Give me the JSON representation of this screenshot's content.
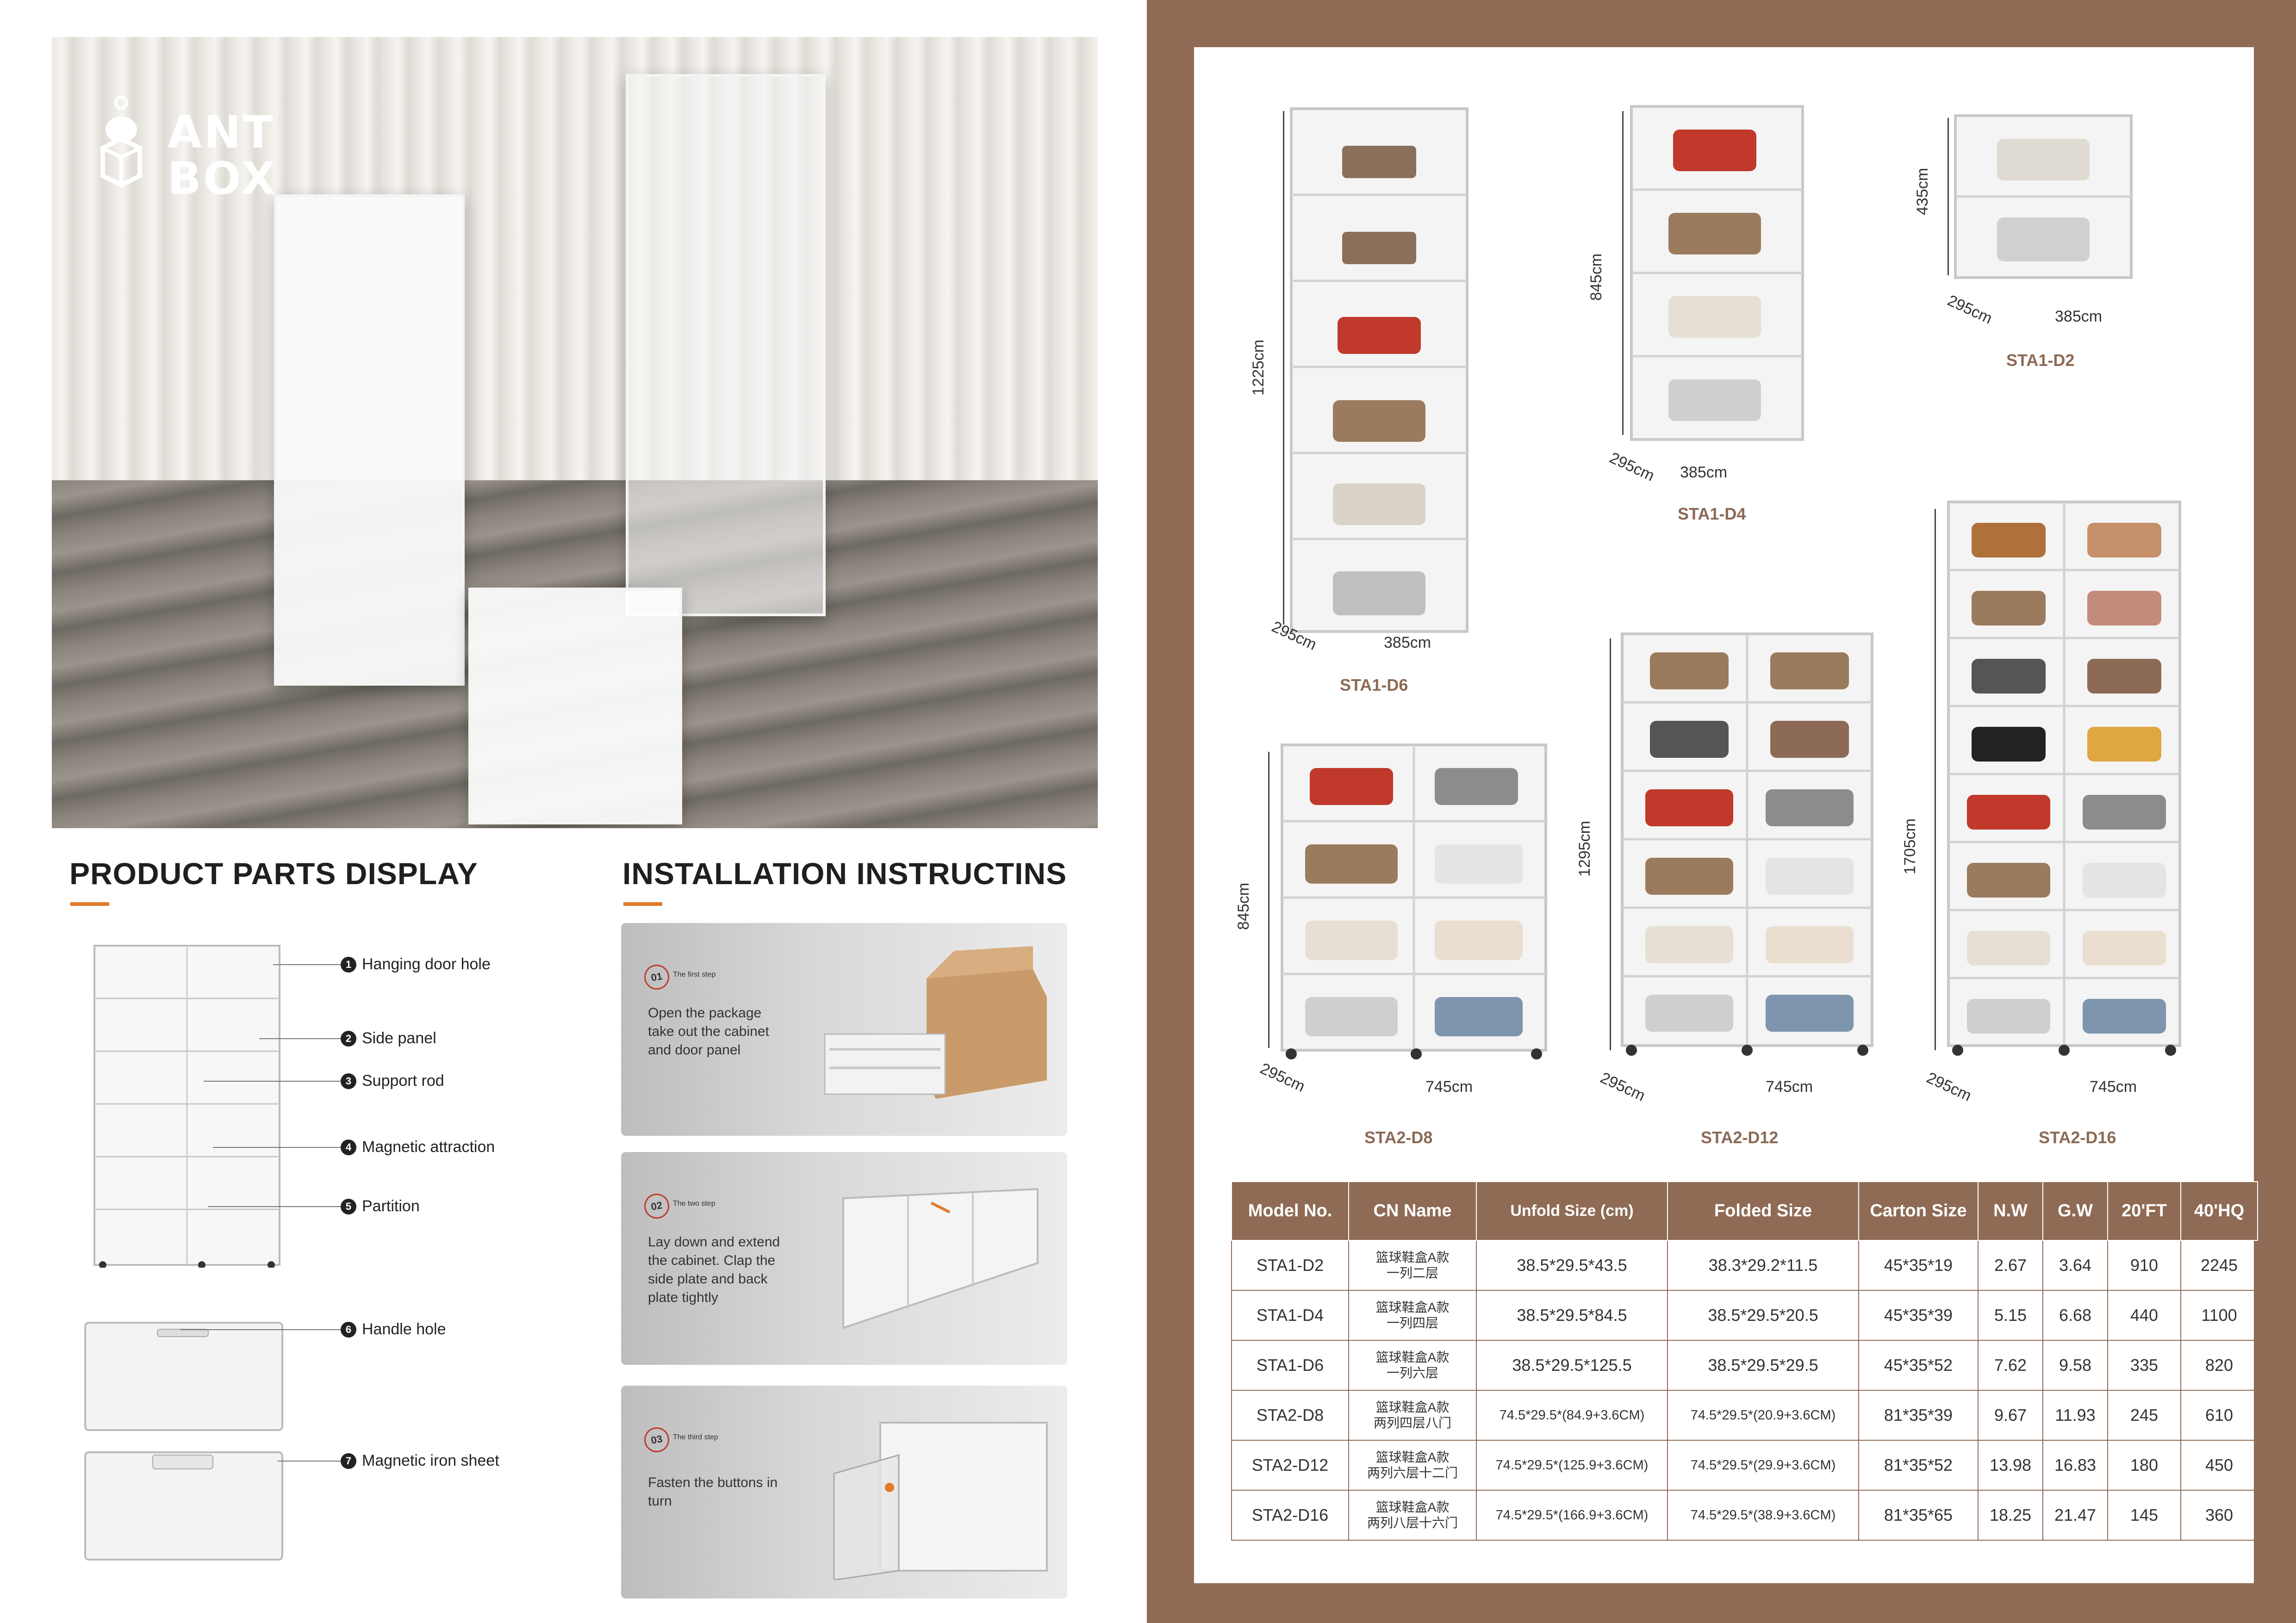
{
  "brand": {
    "line1": "ANT",
    "line2": "BOX"
  },
  "parts_display": {
    "title": "PRODUCT PARTS DISPLAY",
    "parts": [
      {
        "num": "1",
        "label": "Hanging door hole"
      },
      {
        "num": "2",
        "label": "Side panel"
      },
      {
        "num": "3",
        "label": "Support rod"
      },
      {
        "num": "4",
        "label": "Magnetic attraction"
      },
      {
        "num": "5",
        "label": "Partition"
      },
      {
        "num": "6",
        "label": "Handle hole"
      },
      {
        "num": "7",
        "label": "Magnetic iron sheet"
      }
    ]
  },
  "installation": {
    "title": "INSTALLATION INSTRUCTINS",
    "steps": [
      {
        "num": "01",
        "label": "The first step",
        "text": "Open the package take out the cabinet and door panel"
      },
      {
        "num": "02",
        "label": "The two step",
        "text": "Lay down and extend the cabinet. Clap the side plate and back plate tightly"
      },
      {
        "num": "03",
        "label": "The third step",
        "text": "Fasten the buttons in turn"
      }
    ]
  },
  "products": [
    {
      "model": "STA1-D6",
      "height": "1225cm",
      "depth": "295cm",
      "width": "385cm"
    },
    {
      "model": "STA1-D4",
      "height": "845cm",
      "depth": "295cm",
      "width": "385cm"
    },
    {
      "model": "STA1-D2",
      "height": "435cm",
      "depth": "295cm",
      "width": "385cm"
    },
    {
      "model": "STA2-D8",
      "height": "845cm",
      "depth": "295cm",
      "width": "745cm"
    },
    {
      "model": "STA2-D12",
      "height": "1295cm",
      "depth": "295cm",
      "width": "745cm"
    },
    {
      "model": "STA2-D16",
      "height": "1705cm",
      "depth": "295cm",
      "width": "745cm"
    }
  ],
  "table": {
    "headers": [
      "Model No.",
      "CN Name",
      "Unfold Size (cm)",
      "Folded Size",
      "Carton Size",
      "N.W",
      "G.W",
      "20'FT",
      "40'HQ"
    ],
    "rows": [
      [
        "STA1-D2",
        "篮球鞋盒A款\n一列二层",
        "38.5*29.5*43.5",
        "38.3*29.2*11.5",
        "45*35*19",
        "2.67",
        "3.64",
        "910",
        "2245"
      ],
      [
        "STA1-D4",
        "篮球鞋盒A款\n一列四层",
        "38.5*29.5*84.5",
        "38.5*29.5*20.5",
        "45*35*39",
        "5.15",
        "6.68",
        "440",
        "1100"
      ],
      [
        "STA1-D6",
        "篮球鞋盒A款\n一列六层",
        "38.5*29.5*125.5",
        "38.5*29.5*29.5",
        "45*35*52",
        "7.62",
        "9.58",
        "335",
        "820"
      ],
      [
        "STA2-D8",
        "篮球鞋盒A款\n两列四层八门",
        "74.5*29.5*(84.9+3.6CM)",
        "74.5*29.5*(20.9+3.6CM)",
        "81*35*39",
        "9.67",
        "11.93",
        "245",
        "610"
      ],
      [
        "STA2-D12",
        "篮球鞋盒A款\n两列六层十二门",
        "74.5*29.5*(125.9+3.6CM)",
        "74.5*29.5*(29.9+3.6CM)",
        "81*35*52",
        "13.98",
        "16.83",
        "180",
        "450"
      ],
      [
        "STA2-D16",
        "篮球鞋盒A款\n两列八层十六门",
        "74.5*29.5*(166.9+3.6CM)",
        "74.5*29.5*(38.9+3.6CM)",
        "81*35*65",
        "18.25",
        "21.47",
        "145",
        "360"
      ]
    ]
  },
  "colors": {
    "accent": "#e07a2a",
    "brown": "#8f6b55",
    "step_badge": "#c0392b"
  }
}
